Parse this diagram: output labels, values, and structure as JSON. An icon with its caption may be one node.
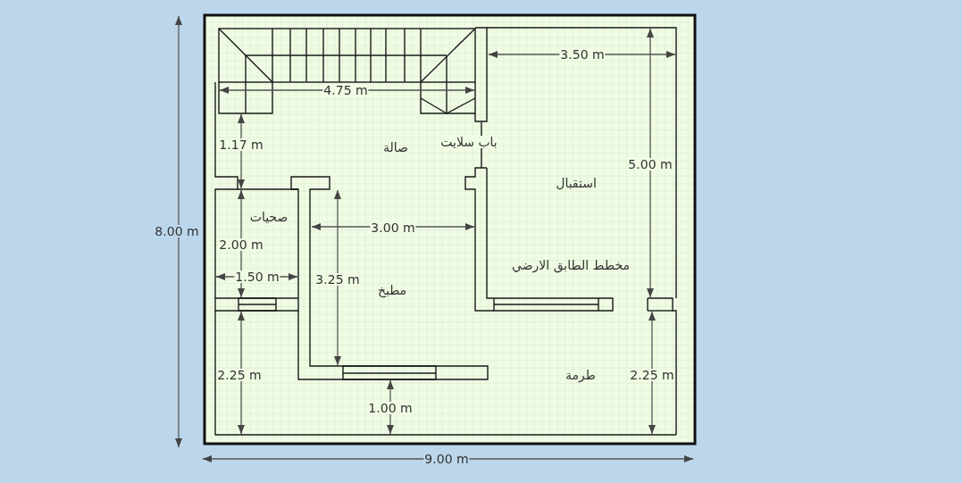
{
  "diagram": {
    "labels": [
      "4.75 m",
      "3.50 m",
      "1.17 m",
      "صالة",
      "باب سلايت",
      "5.00 m",
      "8.00 m",
      "استقبال",
      "صحيات",
      "3.00 m",
      "2.00 m",
      "1.50 m",
      "3.25 m",
      "مطبخ",
      "مخطط الطابق الارضي",
      "2.25 m",
      "طرمة",
      "2.25 m",
      "1.00 m",
      "9.00 m"
    ]
  }
}
